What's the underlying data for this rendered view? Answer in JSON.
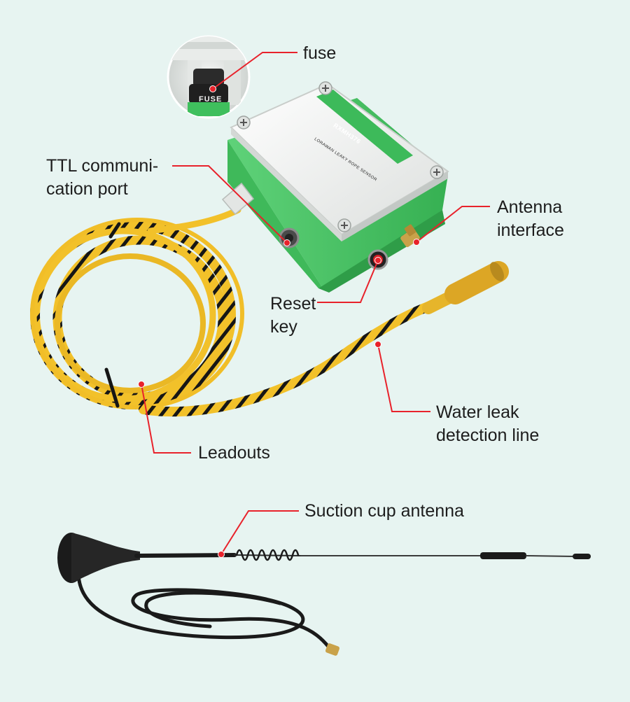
{
  "callouts": {
    "fuse": "fuse",
    "ttl_line1": "TTL communi-",
    "ttl_line2": "cation port",
    "antenna_line1": "Antenna",
    "antenna_line2": "interface",
    "reset_line1": "Reset",
    "reset_line2": "key",
    "water_line1": "Water leak",
    "water_line2": "detection line",
    "leadouts": "Leadouts",
    "suction": "Suction cup antenna"
  },
  "device_print": {
    "fuse_marking": "FUSE",
    "brand_label": "RXMH376",
    "model_label": "LORAWAN LEAKY ROPE SENSOR"
  },
  "colors": {
    "background": "#e7f4f1",
    "callout_line": "#e8222b",
    "callout_dot": "#e8222b",
    "enclosure_base": "#4bc866",
    "enclosure_lid": "#f1f3f2",
    "cable_yellow": "#f2c12a",
    "cable_stripe": "#151515",
    "antenna_black": "#1b1b1b",
    "connector_gold": "#c9a24a"
  }
}
